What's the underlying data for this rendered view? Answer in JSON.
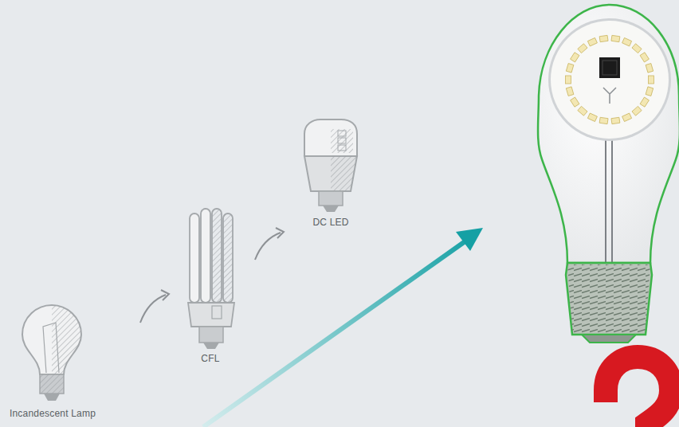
{
  "diagram": {
    "labels": [
      "Incandescent Lamp",
      "CFL",
      "DC LED"
    ]
  }
}
